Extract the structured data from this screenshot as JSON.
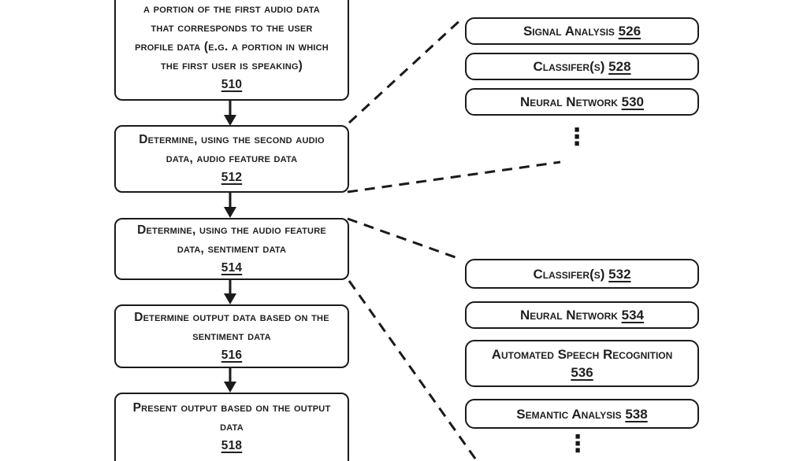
{
  "figure": {
    "left_flow": [
      {
        "lines": [
          "a portion of the first audio data",
          "that corresponds to the user",
          "profile data (e.g. a portion in which",
          "the first user is speaking)"
        ],
        "ref": "510"
      },
      {
        "lines": [
          "Determine, using the second audio",
          "data, audio feature data"
        ],
        "ref": "512"
      },
      {
        "lines": [
          "Determine, using the audio feature",
          "data, sentiment data"
        ],
        "ref": "514"
      },
      {
        "lines": [
          "Determine output data based on the",
          "sentiment data"
        ],
        "ref": "516"
      },
      {
        "lines": [
          "Present output based on the output",
          "data"
        ],
        "ref": "518"
      }
    ],
    "right_top": [
      {
        "label": "Signal Analysis",
        "ref": "526"
      },
      {
        "label": "Classifer(s)",
        "ref": "528"
      },
      {
        "label": "Neural Network",
        "ref": "530"
      }
    ],
    "right_bottom": [
      {
        "label": "Classifer(s)",
        "ref": "532"
      },
      {
        "label": "Neural Network",
        "ref": "534"
      },
      {
        "label": "Automated Speech Recognition",
        "ref": "536"
      },
      {
        "label": "Semantic Analysis",
        "ref": "538"
      }
    ],
    "ellipsis": "⋮",
    "line_color": "#1a1a1a"
  }
}
